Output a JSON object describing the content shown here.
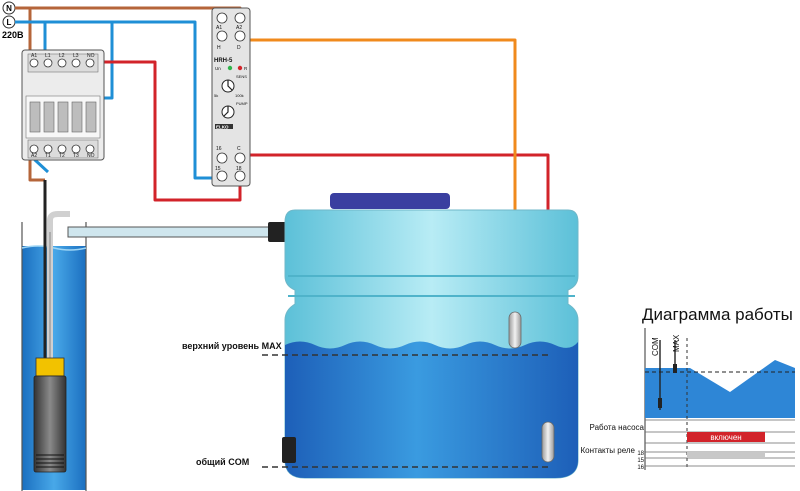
{
  "supply": {
    "neutral": "N",
    "line": "L",
    "voltage": "220В"
  },
  "contactor": {
    "terminals_top": [
      "A1",
      "L1",
      "L2",
      "L3",
      "NO"
    ],
    "terminals_bottom": [
      "A2",
      "T1",
      "T2",
      "T3",
      "NO"
    ]
  },
  "relay": {
    "model": "HRH-5",
    "led_on": "Un",
    "led_relay": "R",
    "knob1_label": "SENS",
    "knob1_min": "5k",
    "knob1_max": "100k",
    "knob2_label": "PUMP",
    "brand": "ELKO",
    "terminals_top": [
      "A1",
      "A2",
      "H",
      "D"
    ],
    "terminals_bottom": [
      "16",
      "C",
      "15",
      "18"
    ]
  },
  "tank": {
    "label_max": "верхний уровень MAX",
    "label_com": "общий COM"
  },
  "diagram": {
    "title": "Диаграмма работы",
    "probe_com": "COM",
    "probe_max": "MAX",
    "row_pump": "Работа насоса",
    "pump_state": "включен",
    "row_contacts": "Контакты реле",
    "contact_18": "18",
    "contact_15": "15",
    "contact_16": "16"
  },
  "colors": {
    "neutral_wire": "#1f8fd6",
    "line_wire": "#b5653a",
    "red_wire": "#d2232a",
    "orange_wire": "#f08a1c",
    "water": "#2e86d6",
    "tank_light": "#7fd3e6"
  }
}
